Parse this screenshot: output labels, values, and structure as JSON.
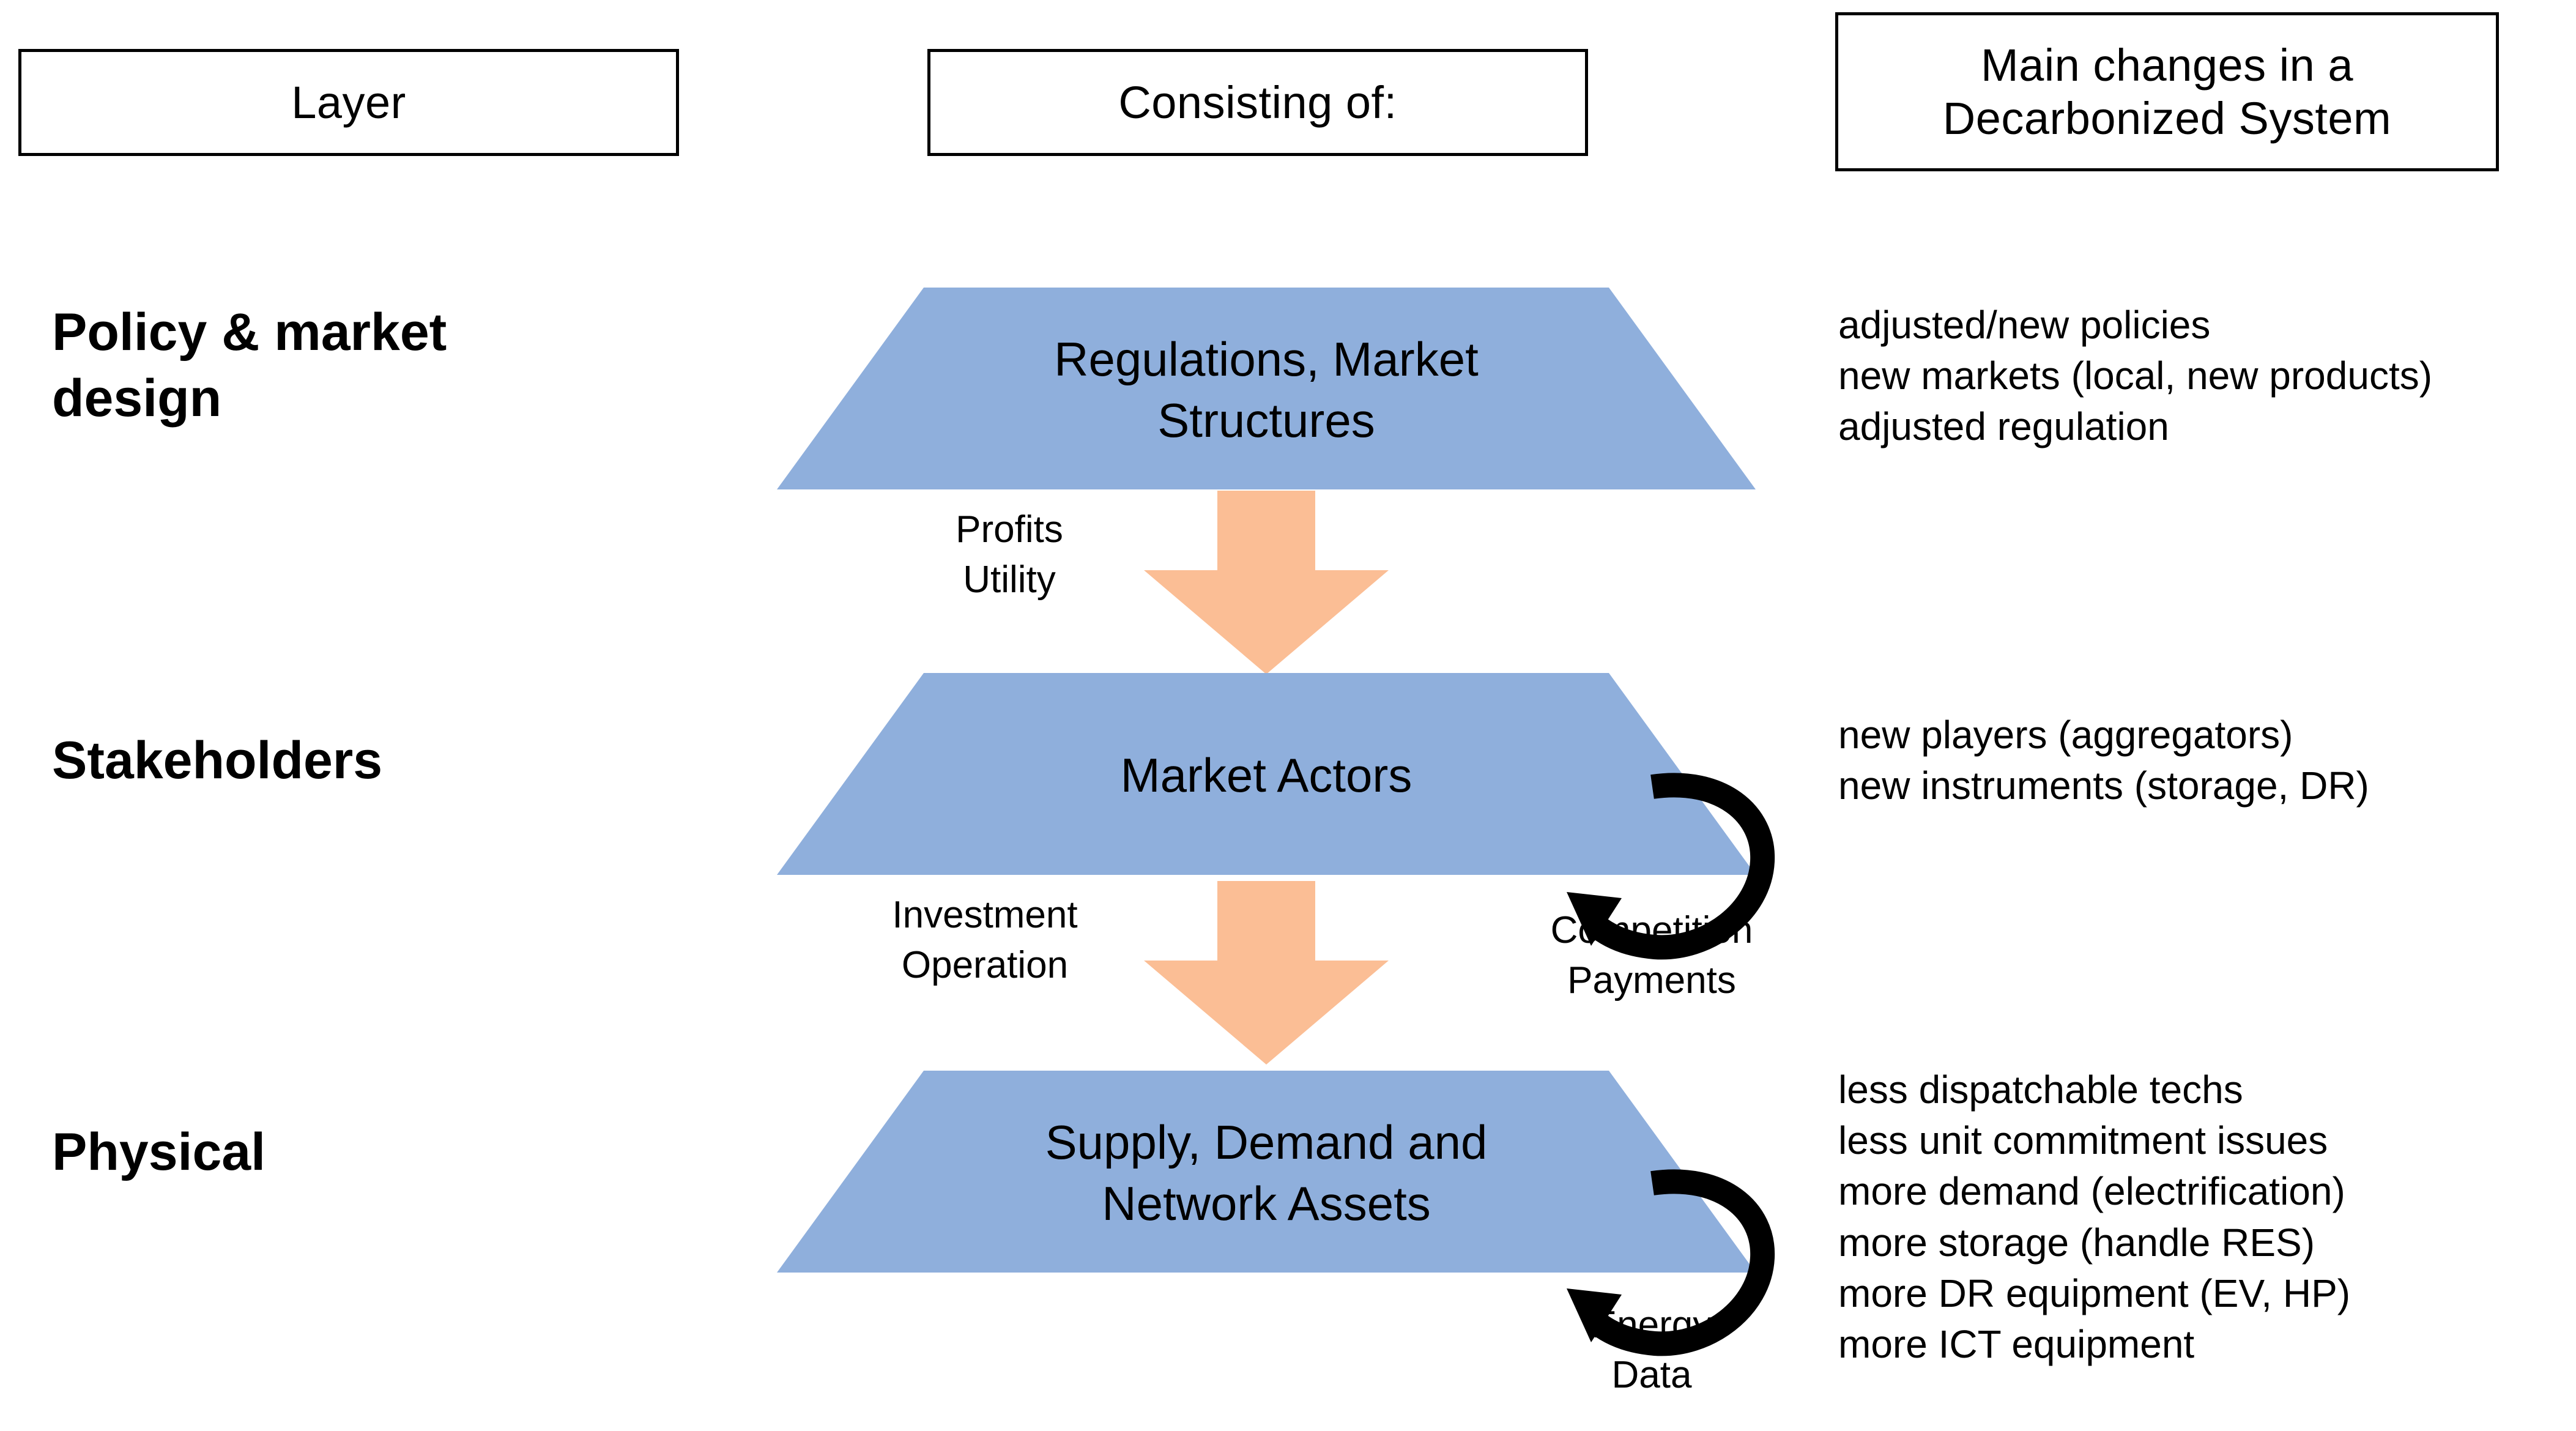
{
  "headers": [
    {
      "id": "layer",
      "label": "Layer"
    },
    {
      "id": "consisting",
      "label": "Consisting of:"
    },
    {
      "id": "changes",
      "line1": "Main changes in a",
      "line2": "Decarbonized System"
    }
  ],
  "rows": [
    {
      "layer_label": "Policy & market\ndesign",
      "box_text": "Regulations, Market\nStructures",
      "changes": [
        "adjusted/new policies",
        "new markets (local, new products)",
        "adjusted regulation"
      ]
    },
    {
      "layer_label": "Stakeholders",
      "box_text": "Market Actors",
      "changes": [
        "new players (aggregators)",
        "new instruments (storage, DR)"
      ]
    },
    {
      "layer_label": "Physical",
      "box_text": "Supply, Demand and\nNetwork Assets",
      "changes": [
        "less dispatchable techs",
        "less unit commitment issues",
        "more demand (electrification)",
        "more storage (handle RES)",
        "more DR equipment (EV, HP)",
        "more ICT equipment"
      ]
    }
  ],
  "flows": [
    {
      "id": "flow-0",
      "left_label": "Profits\nUtility"
    },
    {
      "id": "flow-1",
      "left_label": "Investment\nOperation",
      "right_label": "Competition\nPayments"
    }
  ],
  "loops": [
    {
      "id": "loop-0",
      "label": "Competition\nPayments"
    },
    {
      "id": "loop-1",
      "label": "Energy\nData"
    }
  ],
  "loop_bottom_label": "Energy\nData",
  "colors": {
    "trapezoid_fill": "#8FAFDC",
    "arrow_fill": "#FBBE95",
    "loop_stroke": "#000000",
    "border": "#000000",
    "text": "#000000",
    "background": "#FFFFFF"
  }
}
